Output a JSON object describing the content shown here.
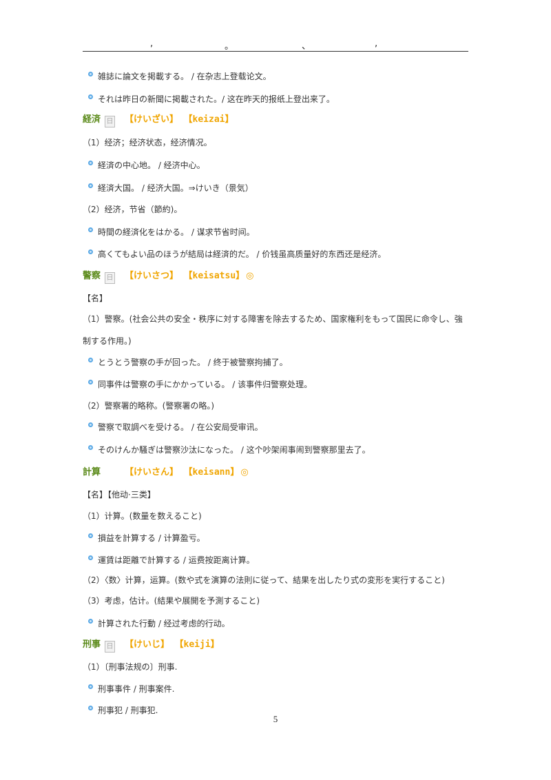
{
  "header": {
    "marks": [
      ",",
      "。",
      "、",
      ","
    ]
  },
  "content": {
    "lines": [
      {
        "kind": "example",
        "text": "雑誌に論文を掲載する。 / 在杂志上登载论文。"
      },
      {
        "kind": "example",
        "text": "それは昨日の新聞に掲載された。/ 这在昨天的报纸上登出来了。"
      },
      {
        "kind": "entry",
        "word": "経済",
        "tag": "日",
        "kana": "【けいざい】",
        "roma": "【keizai】",
        "mark": ""
      },
      {
        "kind": "text",
        "text": "（1）经济；经济状态，经济情况。"
      },
      {
        "kind": "example",
        "text": "経済の中心地。 / 经济中心。"
      },
      {
        "kind": "example",
        "text": "経済大国。 / 经济大国。⇒けいき（景気）"
      },
      {
        "kind": "text",
        "text": "（2）经济，节省（節約)。"
      },
      {
        "kind": "example",
        "text": "時間の経済化をはかる。 / 谋求节省时间。"
      },
      {
        "kind": "example",
        "text": "高くてもよい品のほうが結局は経済的だ。 / 价钱虽高质量好的东西还是经济。"
      },
      {
        "kind": "entry",
        "word": "警察",
        "tag": "日",
        "kana": "【けいさつ】",
        "roma": "【keisatsu】",
        "mark": "◎"
      },
      {
        "kind": "text",
        "text": "【名】"
      },
      {
        "kind": "text",
        "text": "（1）警察。(社会公共の安全・秩序に対する障害を除去するため、国家権利をもって国民に命令し、強"
      },
      {
        "kind": "text",
        "text": "制する作用。)"
      },
      {
        "kind": "example",
        "text": "とうとう警察の手が回った。 / 终于被警察拘捕了。"
      },
      {
        "kind": "example",
        "text": "同事件は警察の手にかかっている。 / 该事件归警察处理。"
      },
      {
        "kind": "text",
        "text": "（2）警察署的略称。(警察署の略。)"
      },
      {
        "kind": "example",
        "text": "警察で取調べを受ける。 / 在公安局受审讯。"
      },
      {
        "kind": "example",
        "text": "そのけんか騒ぎは警察沙汰になった。 / 这个吵架闹事闹到警察那里去了。"
      },
      {
        "kind": "entry",
        "word": "計算",
        "tag": "",
        "kana": "【けいさん】",
        "roma": "【keisann】",
        "mark": "◎"
      },
      {
        "kind": "text",
        "text": "【名】【他动·三类】"
      },
      {
        "kind": "text",
        "text": "（1）计算。(数量を数えること)"
      },
      {
        "kind": "example",
        "text": "損益を計算する / 计算盈亏。"
      },
      {
        "kind": "example",
        "text": "運賃は距離で計算する / 运费按距离计算。"
      },
      {
        "kind": "text",
        "text": "（2）〈数〉计算，运算。(数や式を演算の法則に従って、結果を出したり式の変形を実行すること)"
      },
      {
        "kind": "text",
        "text": "（3）考虑，估计。(結果や展開を予測すること)"
      },
      {
        "kind": "example",
        "text": "計算された行動 / 经过考虑的行动。"
      },
      {
        "kind": "entry",
        "word": "刑事",
        "tag": "日",
        "kana": "【けいじ】",
        "roma": "【keiji】",
        "mark": ""
      },
      {
        "kind": "text",
        "text": "（1）〔刑事法规の〕刑事."
      },
      {
        "kind": "example",
        "text": "刑事事件 / 刑事案件."
      },
      {
        "kind": "example",
        "text": "刑事犯 / 刑事犯."
      }
    ]
  },
  "footer": {
    "page_number": "5"
  }
}
